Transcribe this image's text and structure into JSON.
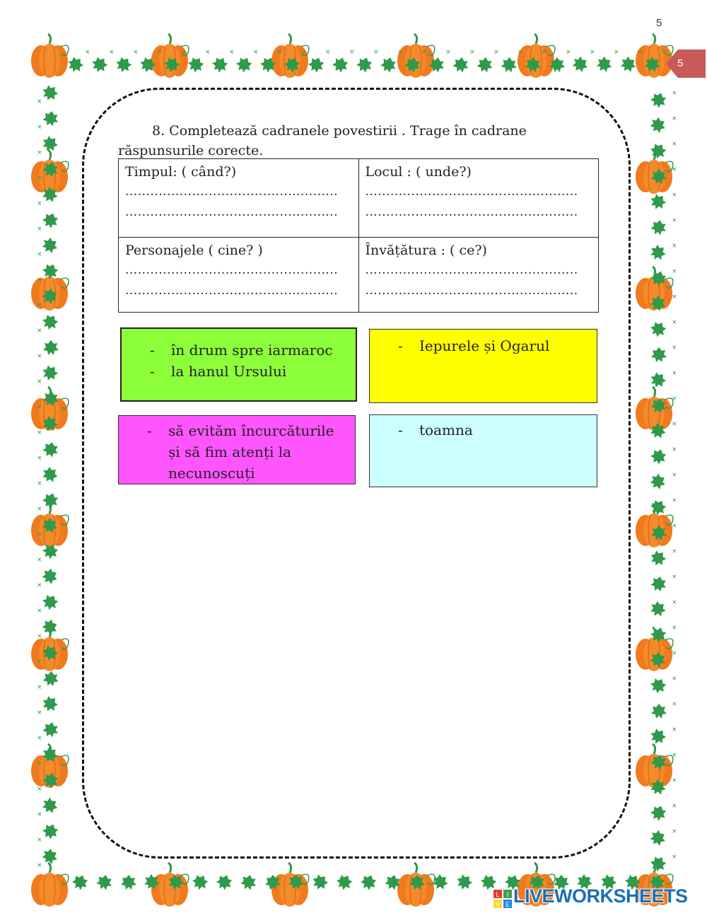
{
  "page": {
    "number_top": "5",
    "number_tab": "5"
  },
  "exercise": {
    "instruction": "8. Completează cadranele povestirii . Trage în cadrane răspunsurile corecte."
  },
  "table": {
    "cells": [
      {
        "label": "Timpul: ( când?)",
        "dots": [
          "...................................................",
          "..................................................."
        ]
      },
      {
        "label": "Locul : ( unde?)",
        "dots": [
          "...................................................",
          "..................................................."
        ]
      },
      {
        "label": "Personajele ( cine? )",
        "dots": [
          "...................................................",
          "..................................................."
        ]
      },
      {
        "label": "Învățătura : ( ce?)",
        "dots": [
          "...................................................",
          "..................................................."
        ]
      }
    ]
  },
  "answers": {
    "place": {
      "items": [
        "în drum spre iarmaroc",
        "la hanul Ursului"
      ],
      "color": "#8cff3a"
    },
    "characters": {
      "items": [
        "Iepurele și Ogarul"
      ],
      "color": "#ffff00"
    },
    "lesson": {
      "items": [
        "să evităm încurcăturile și să fim atenți la necunoscuți"
      ],
      "color": "#ff55ff"
    },
    "time": {
      "items": [
        "toamna"
      ],
      "color": "#ccffff"
    }
  },
  "watermark": {
    "text": "LIVEWORKSHEETS",
    "logo_letters": [
      "L",
      "I",
      "V",
      "E"
    ]
  },
  "colors": {
    "pumpkin": "#f07a1e",
    "leaf": "#2e9a4a",
    "tab": "#c85a5a",
    "brand": "#1b6fb5"
  }
}
